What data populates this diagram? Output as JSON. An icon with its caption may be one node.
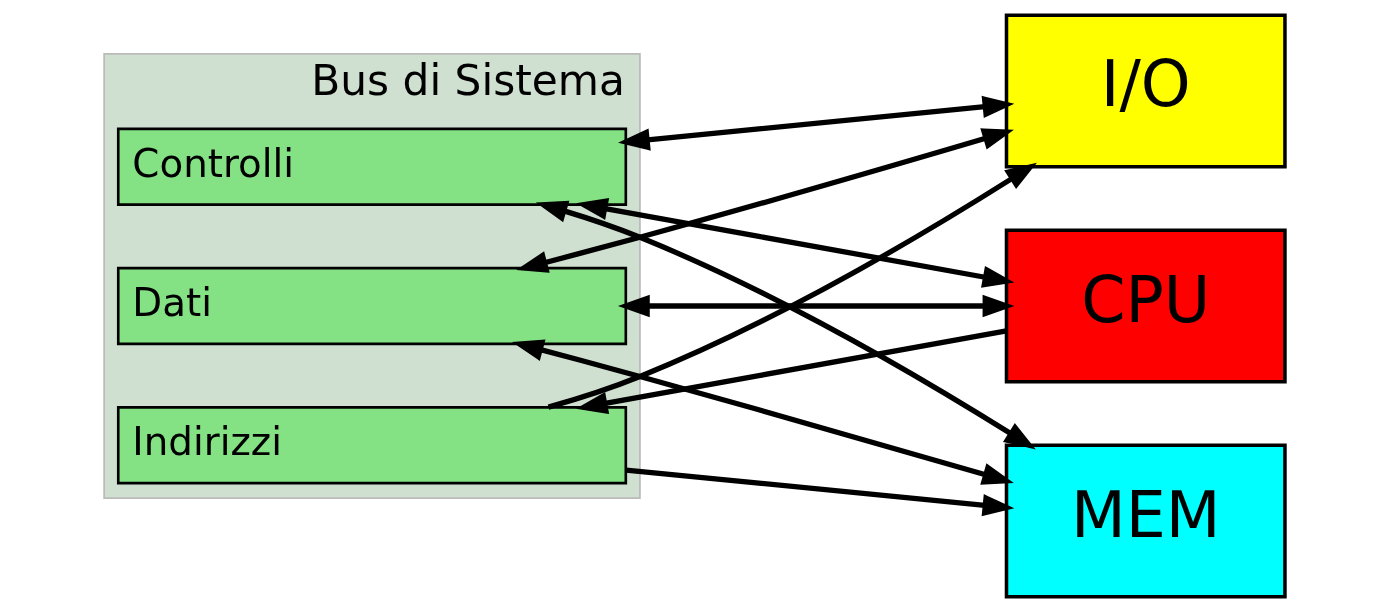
{
  "diagram": {
    "nodes": [
      {
        "text": [
          "Bus di Sistema"
        ]
      },
      {
        "text": [
          "Dati"
        ],
        "in": 0
      },
      {
        "text": [
          "Indirizzi"
        ],
        "in": 0
      },
      {
        "text": [
          "Controlli"
        ],
        "in": 0
      },
      {
        "text": [
          "CPU"
        ]
      },
      {
        "text": [
          "MEM"
        ]
      },
      {
        "text": [
          "I/O"
        ]
      }
    ],
    "edges": [
      {
        "from": 3,
        "to": 4,
        "arrow": "both"
      },
      {
        "from": 4,
        "to": 2,
        "arrow": "to"
      },
      {
        "from": 1,
        "to": 4,
        "arrow": "both"
      },
      {
        "from": 3,
        "to": 5,
        "arrow": "both"
      },
      {
        "from": 2,
        "to": 5,
        "arrow": "to"
      },
      {
        "from": 1,
        "to": 5,
        "arrow": "both"
      },
      {
        "from": 3,
        "to": 6,
        "arrow": "both"
      },
      {
        "from": 2,
        "to": 6,
        "arrow": "to"
      },
      {
        "from": 1,
        "to": 6,
        "arrow": "both"
      }
    ]
  }
}
